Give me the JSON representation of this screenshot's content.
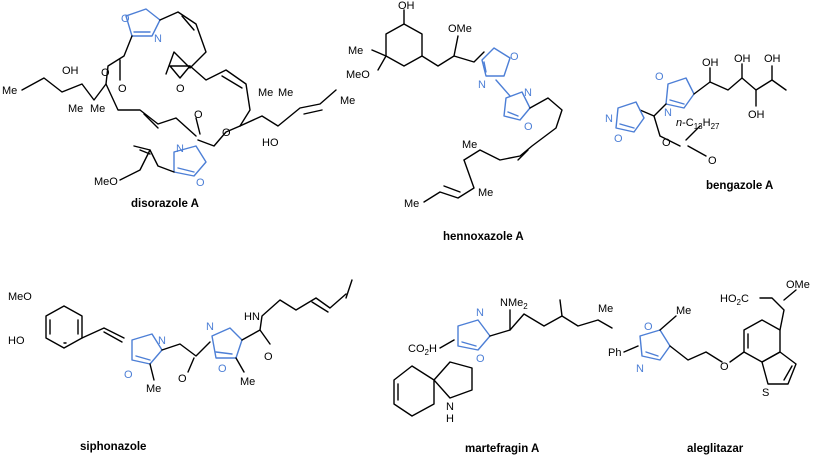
{
  "compounds": [
    {
      "name": "disorazole A"
    },
    {
      "name": "hennoxazole A"
    },
    {
      "name": "bengazole A"
    },
    {
      "name": "siphonazole"
    },
    {
      "name": "martefragin A"
    },
    {
      "name": "aleglitazar"
    }
  ],
  "atom_labels": {
    "O": "O",
    "N": "N",
    "S": "S",
    "NH": "N",
    "H": "H",
    "OH": "OH",
    "HO": "HO",
    "Me": "Me",
    "MeO": "MeO",
    "OMe": "OMe",
    "NMe2": "NMe",
    "NMe2_sub": "2",
    "CO2H": "CO",
    "CO2H_sub": "2",
    "CO2H_tail": "H",
    "HO2C": "HO",
    "HO2C_sub": "2",
    "HO2C_tail": "C",
    "Ph": "Ph",
    "HN": "HN",
    "nC13H27_n": "n",
    "nC13H27_C": "-C",
    "nC13H27_13": "13",
    "nC13H27_H": "H",
    "nC13H27_27": "27"
  },
  "colors": {
    "oxazole": "#4d7fd6",
    "skeleton": "#000000",
    "background": "#ffffff"
  }
}
